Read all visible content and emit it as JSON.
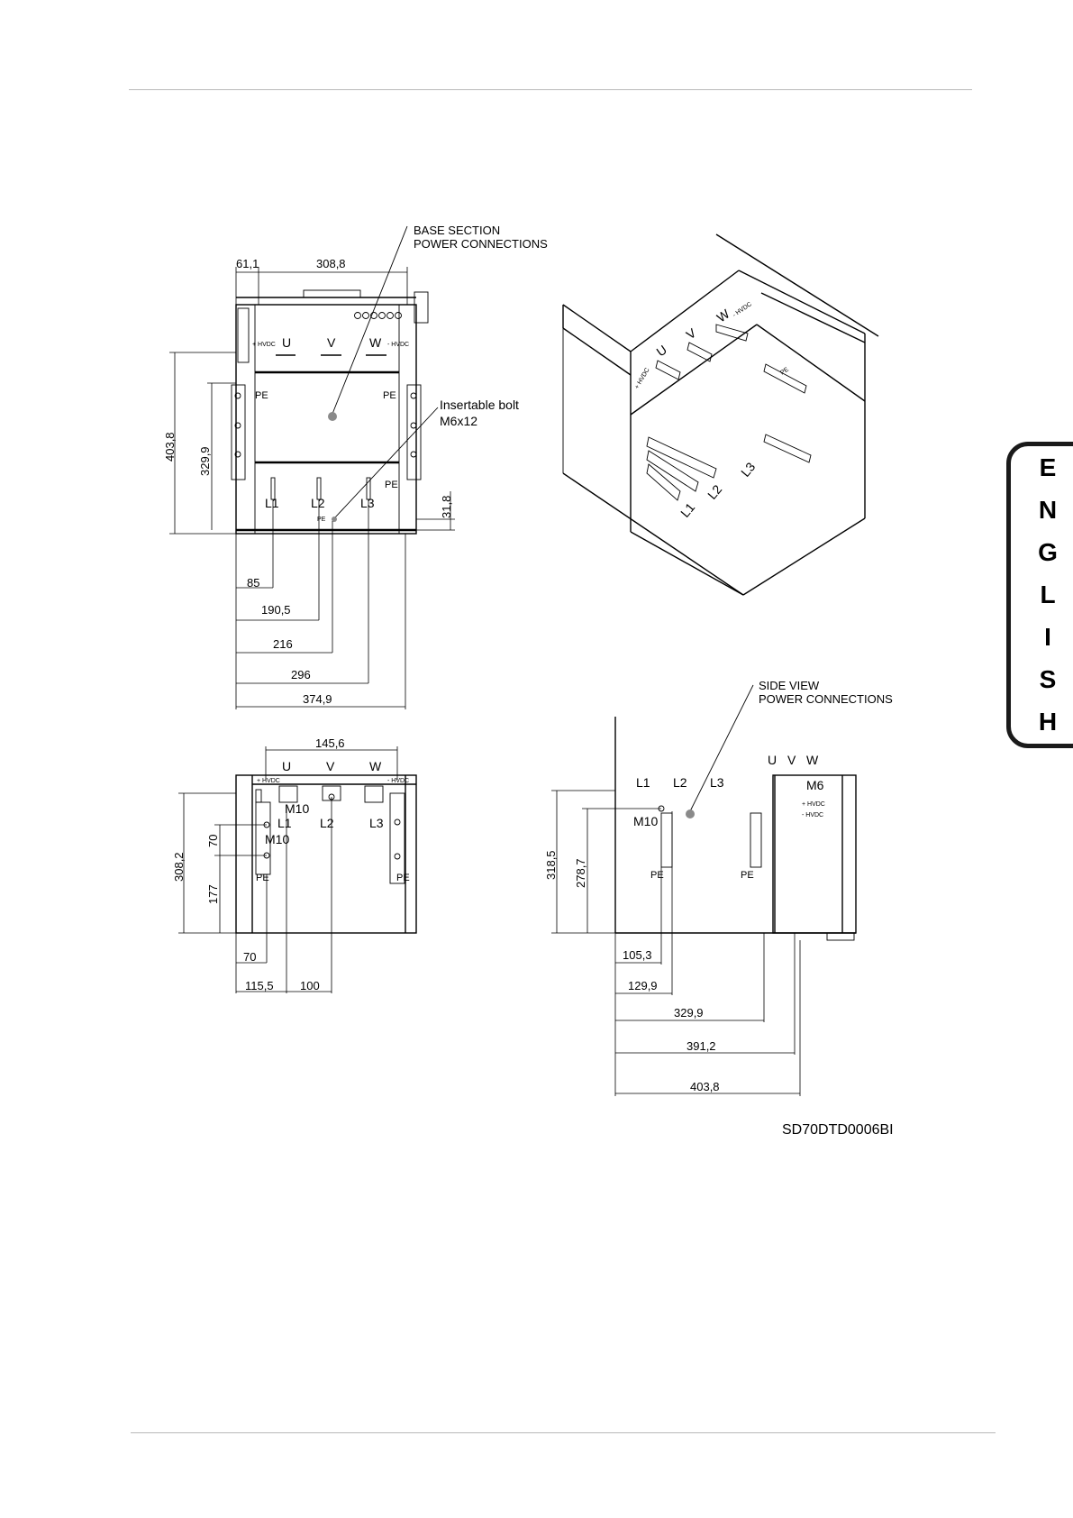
{
  "language_tab": {
    "letters": [
      "E",
      "N",
      "G",
      "L",
      "I",
      "S",
      "H"
    ]
  },
  "front_view": {
    "callout_title": [
      "BASE SECTION",
      "POWER CONNECTIONS"
    ],
    "callout_bolt": [
      "Insertable bolt",
      "M6x12"
    ],
    "top_dims": [
      "61,1",
      "308,8"
    ],
    "left_dims": [
      "403,8",
      "329,9"
    ],
    "right_dim": "31,8",
    "phase_labels": [
      "U",
      "V",
      "W"
    ],
    "hvdc_plus": "+ HVDC",
    "hvdc_minus": "- HVDC",
    "pe_label": "PE",
    "line_labels": [
      "L1",
      "L2",
      "L3"
    ],
    "bottom_dims": [
      "85",
      "190,5",
      "216",
      "296",
      "374,9"
    ]
  },
  "iso_view": {
    "phase_labels": [
      "U",
      "V",
      "W"
    ],
    "line_labels": [
      "L1",
      "L2",
      "L3"
    ],
    "hvdc_plus": "+ HVDC",
    "hvdc_minus": "- HVDC",
    "pe_label": "PE"
  },
  "section_view": {
    "top_dim": "145,6",
    "phase_labels": [
      "U",
      "V",
      "W"
    ],
    "hvdc_plus": "+ HVDC",
    "hvdc_minus": "- HVDC",
    "bolt_labels": [
      "M10",
      "M10"
    ],
    "line_labels": [
      "L1",
      "L2",
      "L3"
    ],
    "pe_label": "PE",
    "left_dims": [
      "308,2",
      "70",
      "177"
    ],
    "bottom_dims": [
      "70",
      "115,5",
      "100"
    ]
  },
  "side_view": {
    "callout_title": [
      "SIDE VIEW",
      "POWER CONNECTIONS"
    ],
    "phase_labels": [
      "U",
      "V",
      "W"
    ],
    "line_labels": [
      "L1",
      "L2",
      "L3"
    ],
    "bolt_labels": [
      "M10",
      "M6"
    ],
    "hvdc_plus": "+ HVDC",
    "hvdc_minus": "- HVDC",
    "pe_label": "PE",
    "left_dims": [
      "318,5",
      "278,7"
    ],
    "bottom_dims": [
      "105,3",
      "129,9",
      "329,9",
      "391,2",
      "403,8"
    ]
  },
  "drawing_code": "SD70DTD0006BI"
}
